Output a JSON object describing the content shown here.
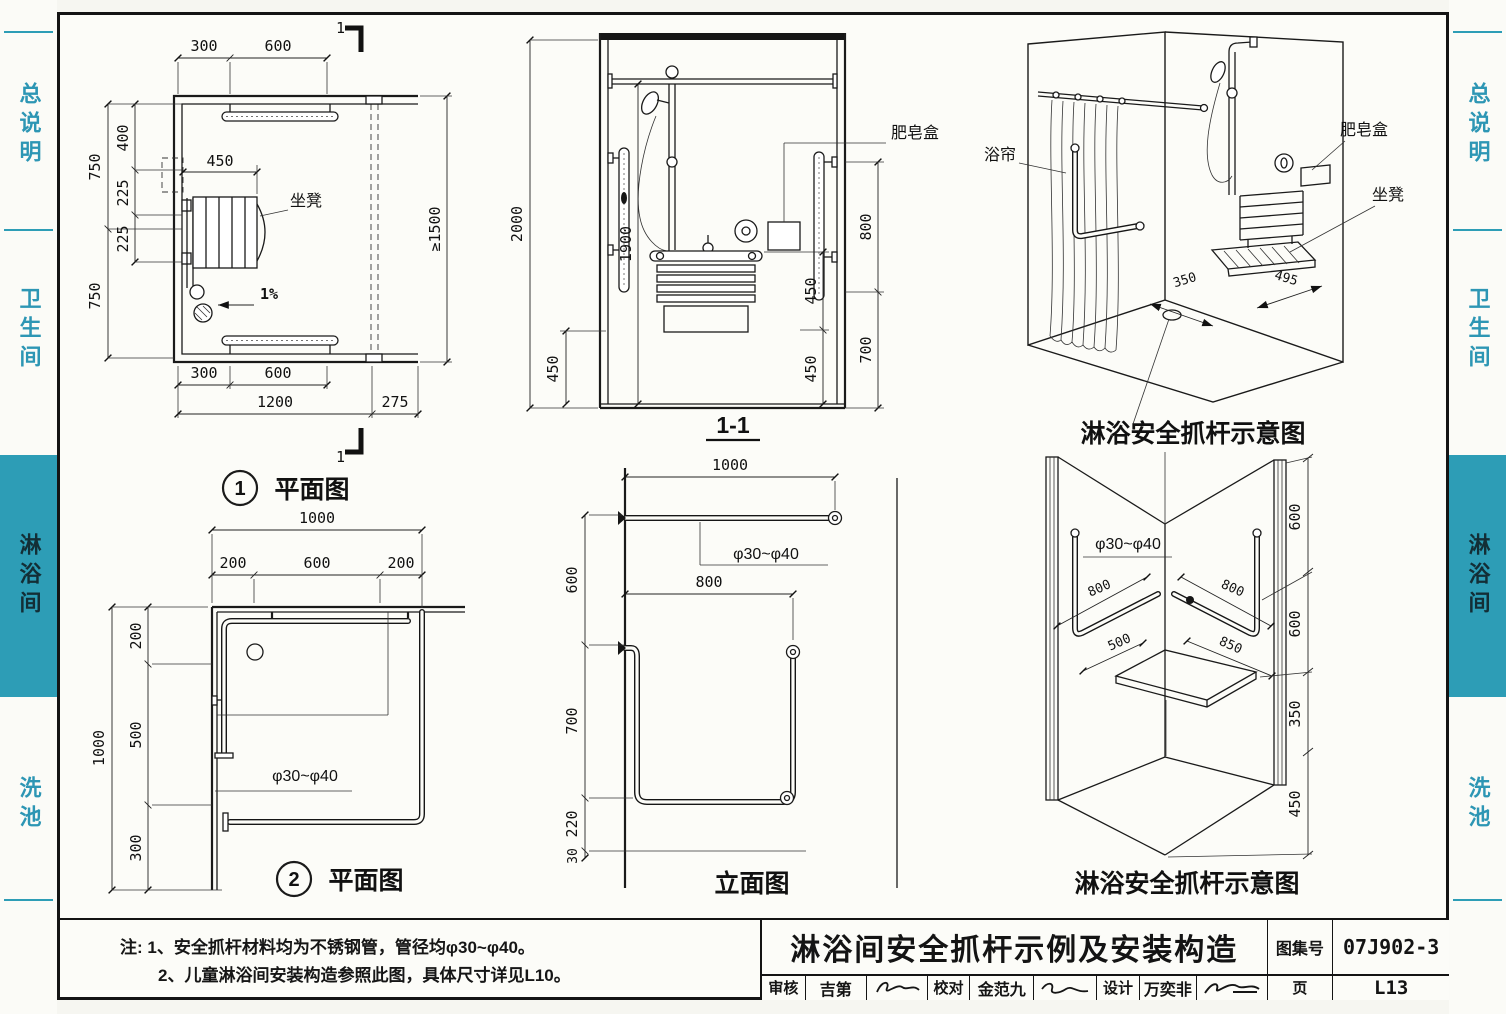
{
  "sidebar": {
    "accent": "#2d9db6",
    "items": [
      {
        "label": "总说明",
        "active": false
      },
      {
        "label": "卫生间",
        "active": false
      },
      {
        "label": "淋浴间",
        "active": true
      },
      {
        "label": "洗池",
        "active": false
      }
    ]
  },
  "f1": {
    "num": "1",
    "caption": "平面图",
    "seat": "坐凳",
    "slope": "1%",
    "d450": "450",
    "top": [
      "300",
      "600"
    ],
    "bottom1": [
      "300",
      "600"
    ],
    "bottom2": [
      "1200",
      "275"
    ],
    "left": [
      "750",
      "400",
      "225",
      "225",
      "750"
    ],
    "right": "≥1500",
    "sec": "1"
  },
  "f2": {
    "caption": "1-1",
    "soap": "肥皂盒",
    "d2000": "2000",
    "d1900": "1900",
    "d450": "450",
    "right_outer": [
      "800",
      "700"
    ],
    "right_inner": [
      "450",
      "450"
    ]
  },
  "f3": {
    "caption": "淋浴安全抓杆示意图",
    "curtain": "浴帘",
    "soap": "肥皂盒",
    "seat": "坐凳",
    "d350": "350",
    "d495": "495"
  },
  "f4": {
    "num": "2",
    "caption": "平面图",
    "top_total": "1000",
    "top": [
      "200",
      "600",
      "200"
    ],
    "left_total": "1000",
    "left": [
      "200",
      "500",
      "300"
    ],
    "phi": "φ30~φ40"
  },
  "f5": {
    "caption": "立面图",
    "d1000": "1000",
    "d800": "800",
    "left": [
      "600",
      "700",
      "220",
      "30"
    ],
    "phi": "φ30~φ40"
  },
  "f6": {
    "caption": "淋浴安全抓杆示意图",
    "phi": "φ30~φ40",
    "left800": "800",
    "right800": "800",
    "d500": "500",
    "d850": "850",
    "right": [
      "600",
      "600",
      "350",
      "450"
    ]
  },
  "notes": {
    "head": "注:",
    "line1": "1、安全抓杆材料均为不锈钢管，管径均φ30~φ40。",
    "line2": "2、儿童淋浴间安装构造参照此图，具体尺寸详见L10。"
  },
  "titleblock": {
    "title": "淋浴间安全抓杆示例及安装构造",
    "atlas_label": "图集号",
    "atlas_no": "07J902-3",
    "page_label": "页",
    "page_no": "L13",
    "review_label": "审核",
    "review_name": "吉第",
    "check_label": "校对",
    "check_name": "金范九",
    "design_label": "设计",
    "design_name": "万奕非"
  }
}
